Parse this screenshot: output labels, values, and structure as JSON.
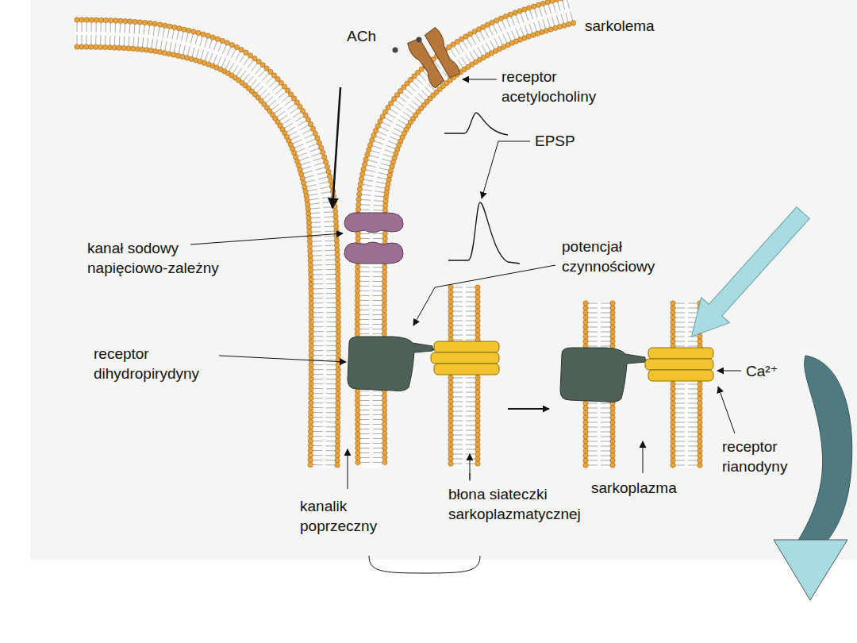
{
  "diagram": {
    "labels": [
      "sarkolema",
      "ACh",
      "receptor acetylocholiny",
      "EPSP",
      "kanał sodowy napięciowo-zależny",
      "potencjał czynnościowy",
      "receptor dihydropirydyny",
      "Ca²⁺",
      "receptor rianodyny",
      "sarkoplazma",
      "kanalik poprzeczny",
      "błona siateczki sarkoplazmatycznej"
    ]
  }
}
